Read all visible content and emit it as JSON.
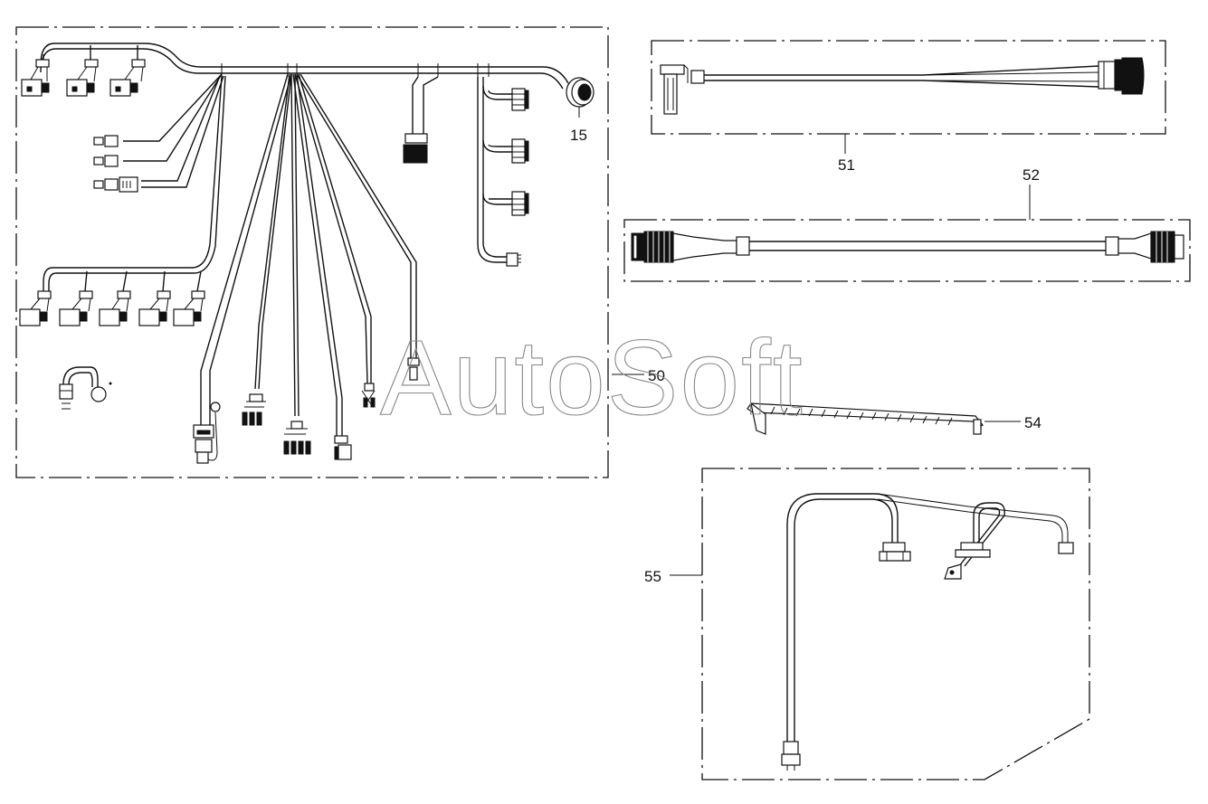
{
  "diagram": {
    "callouts": {
      "c15": "15",
      "c50": "50",
      "c51": "51",
      "c52": "52",
      "c54": "54",
      "c55": "55"
    },
    "watermark": "AutoSoft"
  }
}
